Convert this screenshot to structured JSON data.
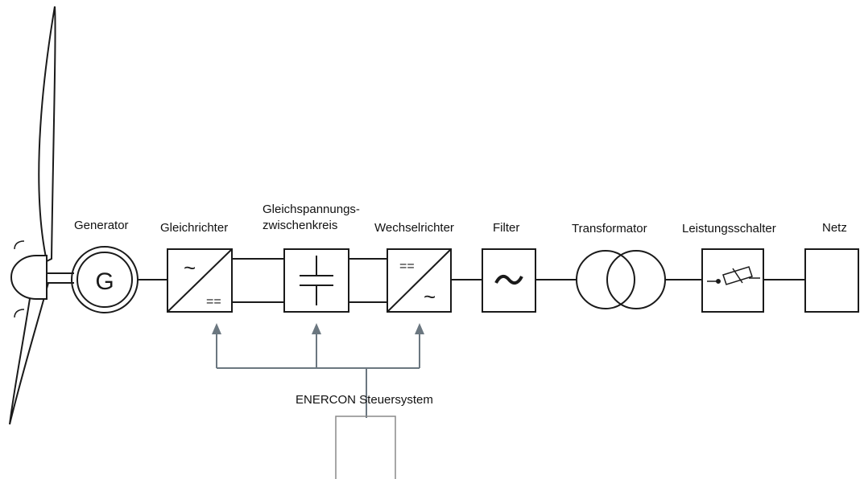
{
  "labels": {
    "generator": "Generator",
    "rectifier": "Gleichrichter",
    "dc_link_line1": "Gleichspannungs-",
    "dc_link_line2": "zwischenkreis",
    "inverter": "Wechselrichter",
    "filter": "Filter",
    "transformer": "Transformator",
    "breaker": "Leistungsschalter",
    "grid": "Netz",
    "control": "ENERCON Steuersystem"
  },
  "symbols": {
    "generator_letter": "G",
    "ac": "~",
    "dc": "=="
  },
  "colors": {
    "line": "#1a1a1a",
    "control_arrow": "#6b7780",
    "control_box": "#8a8a8a"
  }
}
